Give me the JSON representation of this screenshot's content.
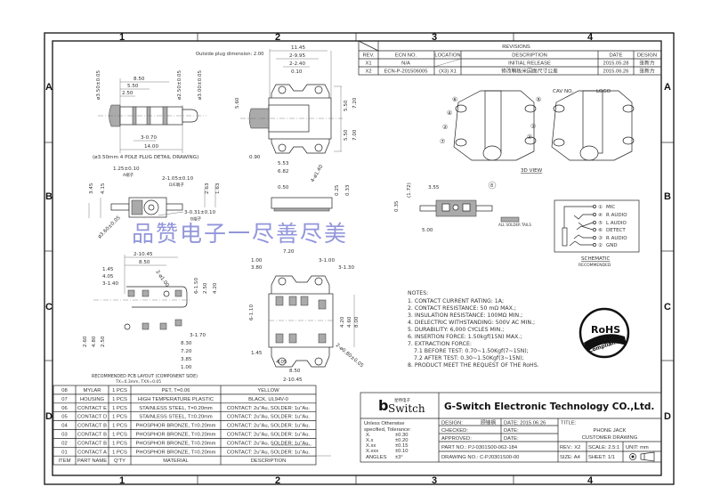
{
  "border": {
    "columns": [
      "1",
      "2",
      "3",
      "4"
    ],
    "rows": [
      "A",
      "B",
      "C",
      "D"
    ]
  },
  "watermark": "品赞电子一尽善尽美",
  "revisions": {
    "title": "REVISIONS",
    "headers": [
      "REV.",
      "ECN NO.",
      "LOCATION",
      "DESCRIPTION",
      "DATE",
      "DESIGN"
    ],
    "rows": [
      [
        "X1",
        "N/A",
        "",
        "INITIAL RELEASE",
        "2015.05.28",
        "张新力"
      ],
      [
        "X2",
        "ECN-P-201506005",
        "(X3) X1",
        "修改鞘板米园面尺寸公差",
        "2015.06.26",
        "张新力"
      ]
    ]
  },
  "plug_view": {
    "dims": [
      "8.50",
      "5.50",
      "2.50",
      "ø3.50±0.05",
      "ø2.50±0.05",
      "ø3.00±0.05",
      "3-0.70",
      "14.00"
    ],
    "caption": "(ø3.50mm 4 POLE PLUG DETAIL DRAWING)"
  },
  "top_view": {
    "note": "Outside plug dimension: 2.00",
    "dims": [
      "11.45",
      "2-9.95",
      "2-2.40",
      "0.10",
      "5.60",
      "5.50",
      "7.20",
      "5.50",
      "7.00",
      "0.90",
      "5.53",
      "6.82",
      "4-ø1.40"
    ]
  },
  "front_view": {
    "dims": [
      "1.25±0.10",
      "A端子",
      "2-1.05±0.10",
      "D/E端子",
      "3.45",
      "4.15",
      "2.63",
      "1.63",
      "ø3.60±0.05",
      "3-0.31±0.10",
      "B端子"
    ]
  },
  "side_view": {
    "dims": [
      "0.50",
      "0.25",
      "0.33"
    ]
  },
  "solder_view": {
    "dims": [
      "3.55",
      "(1.72)",
      "0.35",
      "5.00",
      "8"
    ],
    "label": "ALL SOLDER TAILS"
  },
  "pcb_layout": {
    "dims": [
      "2-10.45",
      "8.50",
      "1.45",
      "4.05",
      "3-1.40",
      "2-ø1.00",
      "6-1.50",
      "2.50",
      "4.20",
      "3-1.70",
      "8.30",
      "7.20",
      "3.85",
      "1.00",
      "2.60",
      "4.80",
      "2.50"
    ],
    "caption": "RECOMMENDED PCB LAYOUT (COMPONENT SIDE)",
    "tolerance": "TX=0.3mm, TXX=0.05"
  },
  "bottom_view": {
    "dims": [
      "7.20",
      "1.00",
      "3.80",
      "3-1.00",
      "3-1.30",
      "6-1.10",
      "4.20",
      "4.60",
      "8.00",
      "1.45",
      "4.05",
      "8.50",
      "2-10.45",
      "2-ø0.80±0.05"
    ]
  },
  "view_3d": {
    "label": "3D VIEW",
    "callouts": [
      "⑥",
      "④",
      "②",
      "⑦",
      "⑤",
      "③",
      "①"
    ],
    "cav_label": "CAV NO.",
    "logo_label": "LOGO"
  },
  "schematic": {
    "pins": [
      {
        "num": "①",
        "label": "MIC"
      },
      {
        "num": "④",
        "label": "R AUDIO"
      },
      {
        "num": "⑤",
        "label": "L AUDIO"
      },
      {
        "num": "⑥",
        "label": "DETECT"
      },
      {
        "num": "③",
        "label": "R AUDIO"
      },
      {
        "num": "②",
        "label": "GND"
      }
    ],
    "caption": "SCHEMATIC",
    "sub_caption": "RECOMMENDED"
  },
  "notes": {
    "title": "NOTES:",
    "items": [
      "1. CONTACT CURRENT RATING: 1A;",
      "2. CONTACT RESISTANCE: 50 mΩ MAX.;",
      "3. INSULATION RESISTANCE: 100MΩ MIN.;",
      "4. DIELECTRIC WITHSTANDING: 500V AC MIN.;",
      "5. DURABILITY: 6,000 CYCLES MIN.;",
      "6. INSERTION FORCE: 1.50kgf(15N) MAX.;",
      "7. EXTRACTION FORCE:",
      "   7.1 BEFORE TEST: 0.70~1.50Kgf(7~15N);",
      "   7.2 AFTER TEST: 0.30~1.50Kgf(3~15N);",
      "8. PRODUCT MEET THE REQUEST OF THE RoHS."
    ]
  },
  "rohs": {
    "top": "RoHS",
    "bottom": "Compliant"
  },
  "bom": {
    "headers": [
      "ITEM",
      "PART NAME",
      "Q'TY",
      "MATERIAL",
      "DESCRIPTION"
    ],
    "rows": [
      [
        "08",
        "MYLAR",
        "1 PCS",
        "PET, T=0.06",
        "YELLOW"
      ],
      [
        "07",
        "HOUSING",
        "1 PCS",
        "HIGH TEMPERATURE PLASTIC",
        "BLACK, UL94V-0"
      ],
      [
        "06",
        "CONTACT E",
        "1 PCS",
        "STAINLESS STEEL, T=0.20mm",
        "CONTACT: 2u\"Au, SOLDER: 1u\"Au."
      ],
      [
        "05",
        "CONTACT D",
        "1 PCS",
        "STAINLESS STEEL, T=0.20mm",
        "CONTACT: 2u\"Au, SOLDER: 1u\"Au."
      ],
      [
        "04",
        "CONTACT B",
        "1 PCS",
        "PHOSPHOR BRONZE, T=0.20mm",
        "CONTACT: 2u\"Au, SOLDER: 1u\"Au."
      ],
      [
        "03",
        "CONTACT B",
        "1 PCS",
        "PHOSPHOR BRONZE, T=0.20mm",
        "CONTACT: 2u\"Au, SOLDER: 1u\"Au."
      ],
      [
        "02",
        "CONTACT B",
        "1 PCS",
        "PHOSPHOR BRONZE, T=0.20mm",
        "CONTACT: 2u\"Au, SOLDER: 1u\"Au."
      ],
      [
        "01",
        "CONTACT A",
        "1 PCS",
        "PHOSPHOR BRONZE, T=0.20mm",
        "CONTACT: 2u\"Au, SOLDER: 1u\"Au."
      ]
    ]
  },
  "title_block": {
    "logo_cn": "星特电子",
    "logo_text": "Switch",
    "company": "G-Switch Electronic Technology CO.,Ltd.",
    "tolerance_title": "Unless Otherwise",
    "tolerance_sub": "specified, Tolerance:",
    "tolerances": [
      [
        "X.",
        "±0.30"
      ],
      [
        "X.x",
        "±0.20"
      ],
      [
        "X.xx",
        "±0.15"
      ],
      [
        "X.xxx",
        "±0.10"
      ],
      [
        "ANGLES",
        "±3°"
      ]
    ],
    "design_label": "DESIGN:",
    "design_value": "顾锋枫",
    "design_date": "DATE: 2015.06.26",
    "checked_label": "CHECKED:",
    "checked_date": "DATE:",
    "approved_label": "APPROVED:",
    "approved_date": "DATE:",
    "title_label": "TITLE:",
    "title_line1": "PHONE JACK",
    "title_line2": "CUSTOMER DRAWING",
    "part_no": "PART NO.: PJ-0301S00-062-184",
    "drawing_no": "DRAWING NO.: C-PJ0301S00-00",
    "rev": "REV.: X2",
    "scale": "SCALE: 2.5:1",
    "unit": "UNIT: mm",
    "size": "SIZE: A4",
    "sheet": "SHEET: 1/1"
  }
}
